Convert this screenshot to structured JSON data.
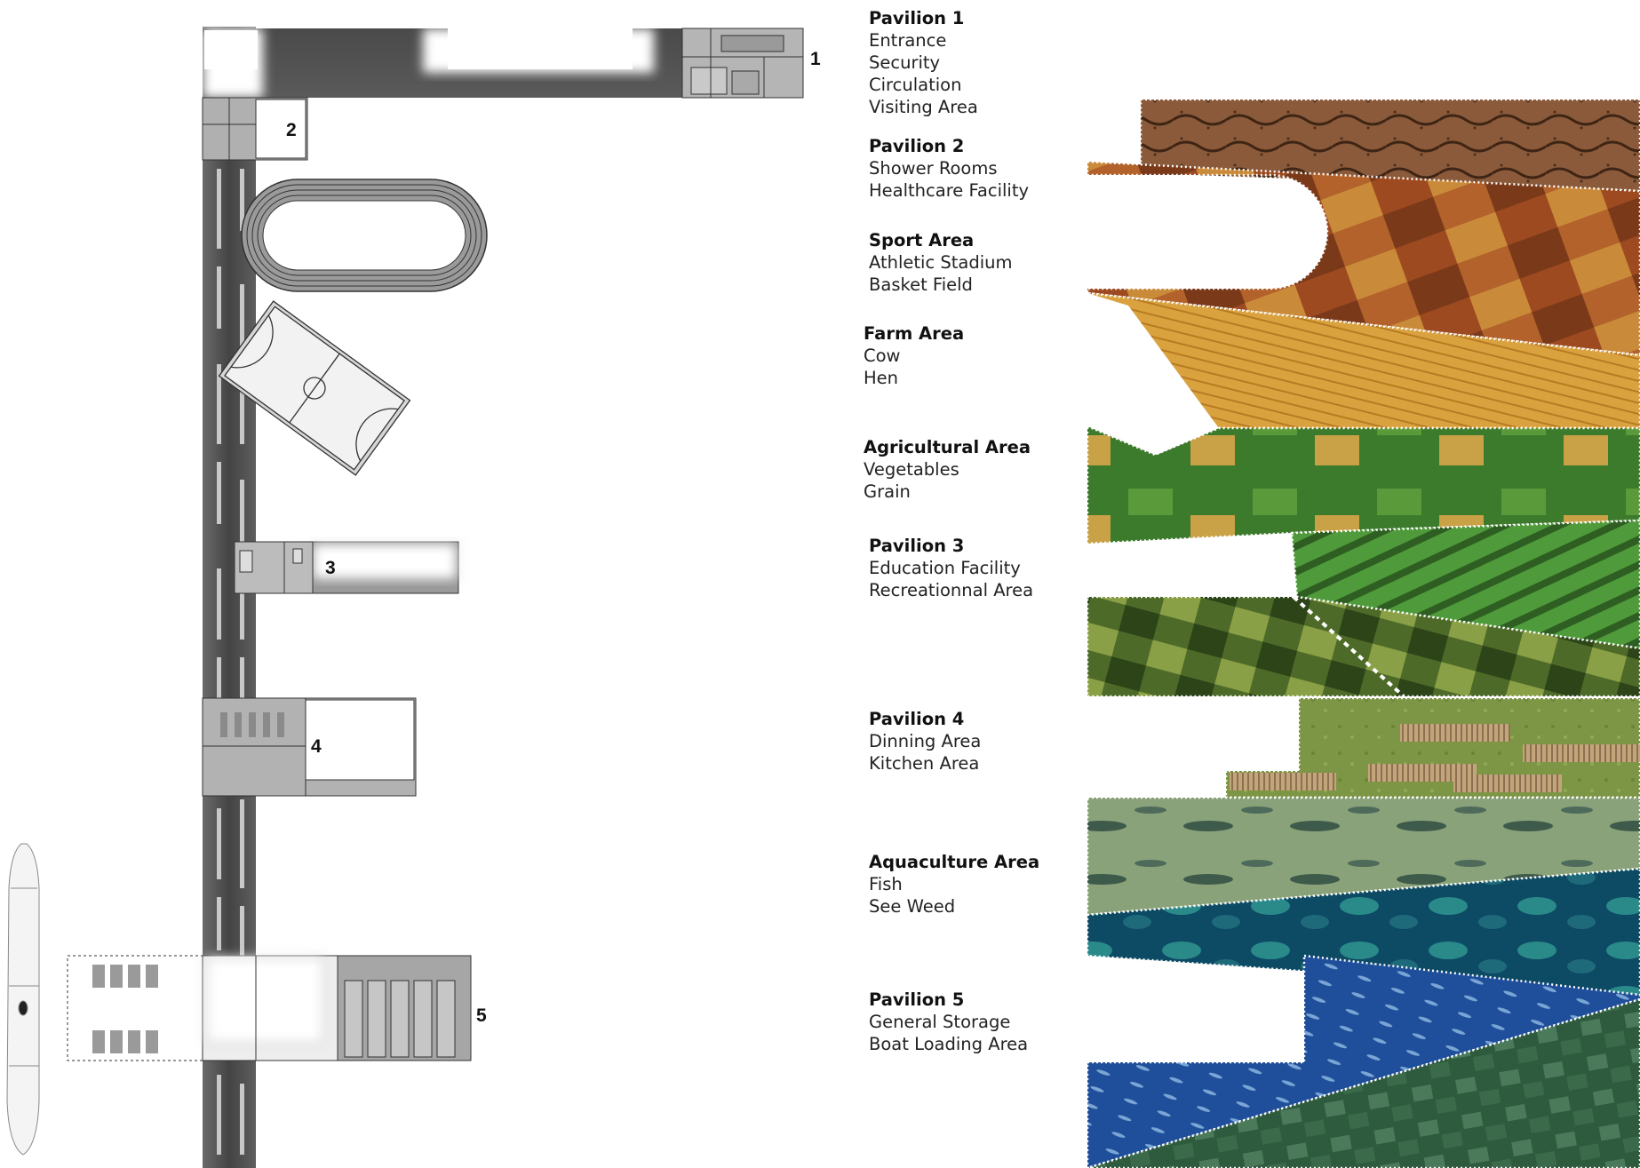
{
  "plan": {
    "labels": [
      "1",
      "2",
      "3",
      "4",
      "5"
    ]
  },
  "legend": [
    {
      "title": "Pavilion 1",
      "items": [
        "Entrance",
        "Security",
        "Circulation",
        "Visiting Area"
      ]
    },
    {
      "title": "Pavilion 2",
      "items": [
        "Shower Rooms",
        "Healthcare Facility"
      ]
    },
    {
      "title": "Sport Area",
      "items": [
        "Athletic Stadium",
        "Basket Field"
      ]
    },
    {
      "title": "Farm Area",
      "items": [
        "Cow",
        "Hen"
      ]
    },
    {
      "title": "Agricultural Area",
      "items": [
        "Vegetables",
        "Grain"
      ]
    },
    {
      "title": "Pavilion 3",
      "items": [
        "Education Facility",
        "Recreationnal Area"
      ]
    },
    {
      "title": "Pavilion 4",
      "items": [
        "Dinning Area",
        "Kitchen Area"
      ]
    },
    {
      "title": "Aquaculture Area",
      "items": [
        "Fish",
        "See Weed"
      ]
    },
    {
      "title": "Pavilion 5",
      "items": [
        "General Storage",
        "Boat Loading Area"
      ]
    }
  ],
  "textures": [
    {
      "name": "terraced-earth",
      "color": "#8a5a3a",
      "accent": "#4a2c1c"
    },
    {
      "name": "patchwork-fields",
      "color": "#b2622a",
      "accent": "#6e2f12"
    },
    {
      "name": "wheat-field",
      "color": "#d9a23f",
      "accent": "#b87a22"
    },
    {
      "name": "green-plots",
      "color": "#3c7a2c",
      "accent": "#c9a147"
    },
    {
      "name": "crop-rows",
      "color": "#4f9a3a",
      "accent": "#2e5e22"
    },
    {
      "name": "mixed-plots",
      "color": "#4e6a28",
      "accent": "#8aa046"
    },
    {
      "name": "grass-field",
      "color": "#7d9646",
      "accent": "#c4a47a"
    },
    {
      "name": "shallow-fish",
      "color": "#8aa27a",
      "accent": "#3e5a4a"
    },
    {
      "name": "deep-water",
      "color": "#0d4a64",
      "accent": "#2a8a8a"
    },
    {
      "name": "fish-school",
      "color": "#1f4e9a",
      "accent": "#7aa6d6"
    },
    {
      "name": "seaweed-farm",
      "color": "#2e5a3e",
      "accent": "#6a8a6a"
    }
  ]
}
